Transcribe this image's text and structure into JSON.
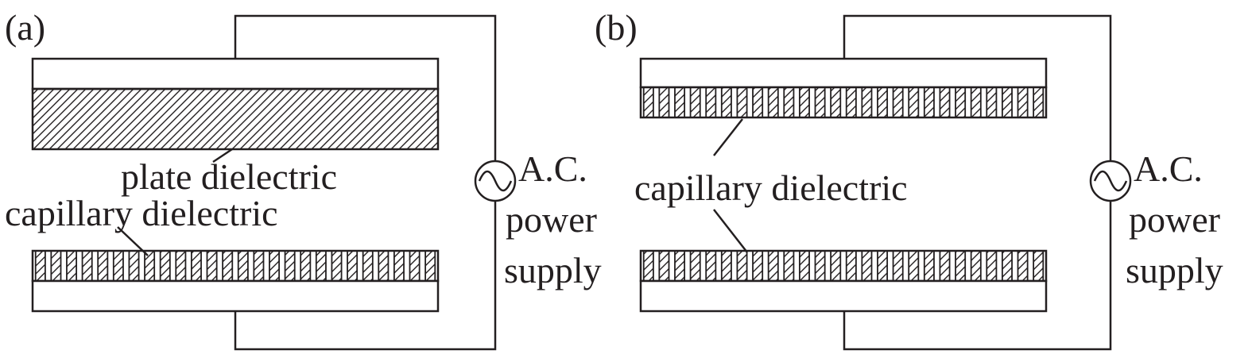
{
  "panel_a": {
    "tag": "(a)",
    "plate_label": "plate dielectric",
    "capillary_label": "capillary dielectric",
    "source_label_line1": "A.C.",
    "source_label_line2": "power",
    "source_label_line3": "supply"
  },
  "panel_b": {
    "tag": "(b)",
    "capillary_label": "capillary dielectric",
    "source_label_line1": "A.C.",
    "source_label_line2": "power",
    "source_label_line3": "supply"
  },
  "colors": {
    "line": "#231f20",
    "background": "#ffffff"
  }
}
